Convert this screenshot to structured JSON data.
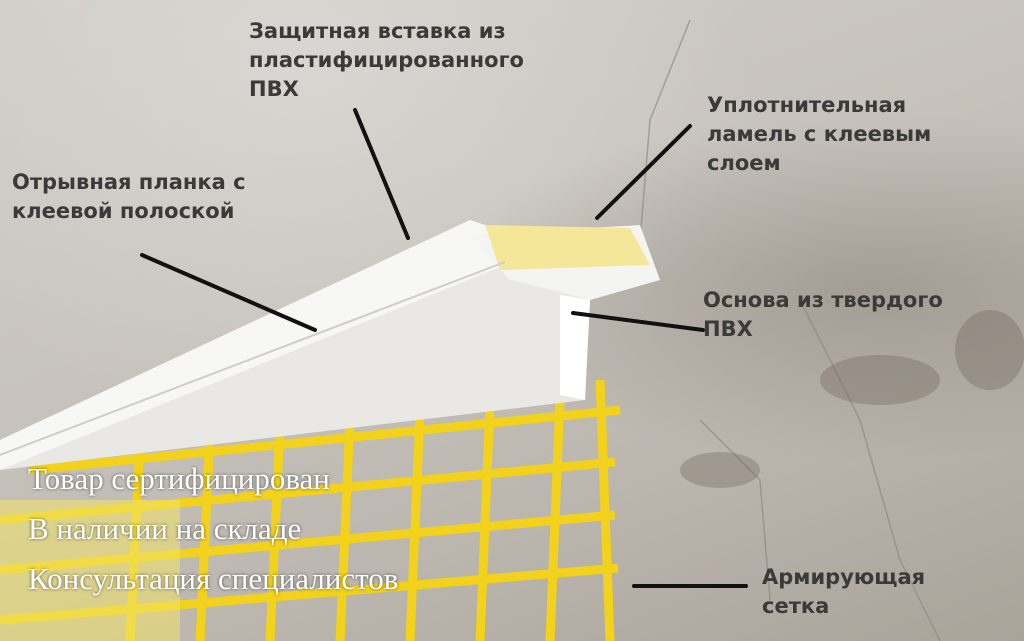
{
  "labels": {
    "protective_insert": "Защитная вставка из\nпластифицированного\nПВХ",
    "tear_off_strip": "Отрывная планка с\nклеевой полоской",
    "sealing_lamella": "Уплотнительная\nламель с клеевым\nслоем",
    "rigid_base": "Основа из твердого\nПВХ",
    "reinforcing_mesh": "Армирующая\nсетка"
  },
  "promo": {
    "line1": "Товар сертифицирован",
    "line2": "В наличии на складе",
    "line3": "Консультация специалистов"
  },
  "colors": {
    "wall": "#c8c4bd",
    "profile_white": "#f2f2f0",
    "mesh_yellow": "#f2d21a",
    "label_text": "#3a3a3a",
    "promo_text": "#ffffff"
  }
}
